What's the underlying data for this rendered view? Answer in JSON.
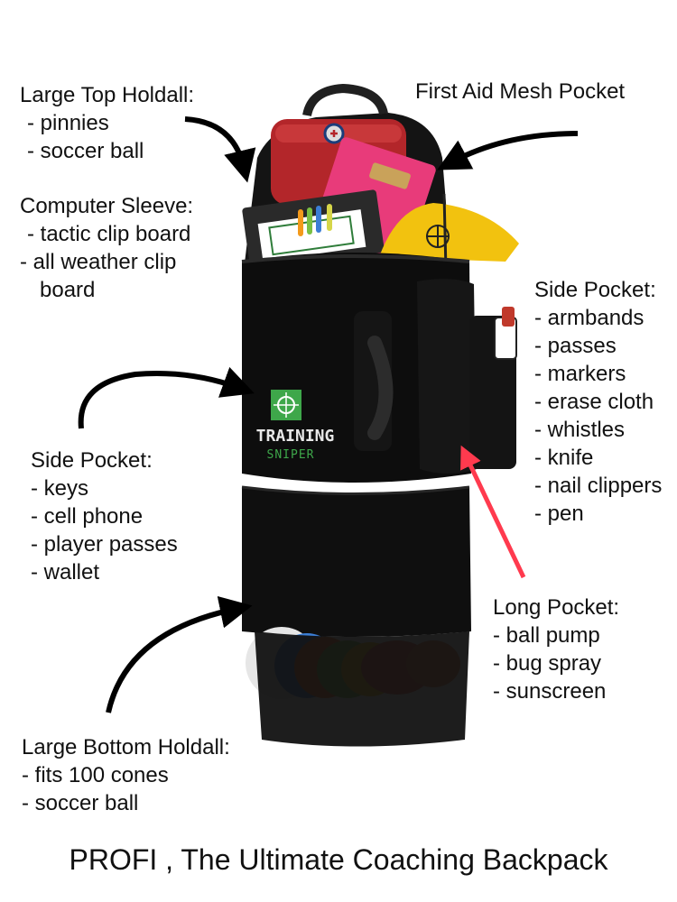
{
  "brand": {
    "title": "TRAINING",
    "subtitle": "SNIPER",
    "accent": "#3ea74a"
  },
  "labels": {
    "top_holdall": {
      "title": "Large Top Holdall:",
      "items": [
        "- pinnies",
        "- soccer ball"
      ]
    },
    "first_aid": {
      "title": "First Aid Mesh Pocket"
    },
    "computer_sleeve": {
      "title": "Computer Sleeve:",
      "items": [
        "- tactic clip board",
        "- all weather clip",
        "board"
      ]
    },
    "side_pocket_right": {
      "title": "Side Pocket:",
      "items": [
        "- armbands",
        "- passes",
        "- markers",
        "- erase cloth",
        "- whistles",
        "- knife",
        "- nail clippers",
        "- pen"
      ]
    },
    "side_pocket_left": {
      "title": "Side Pocket:",
      "items": [
        "- keys",
        "- cell phone",
        "- player passes",
        "- wallet"
      ]
    },
    "long_pocket": {
      "title": "Long Pocket:",
      "items": [
        "- ball pump",
        "- bug spray",
        "- sunscreen"
      ]
    },
    "bottom_holdall": {
      "title": "Large Bottom Holdall:",
      "items": [
        "- fits 100 cones",
        "- soccer ball"
      ]
    }
  },
  "caption": "PROFI , The Ultimate Coaching Backpack",
  "colors": {
    "arrow": "#000000",
    "highlight_arrow": "#ff3a4e",
    "bag": "#111111",
    "first_aid_case": "#b3262a"
  }
}
